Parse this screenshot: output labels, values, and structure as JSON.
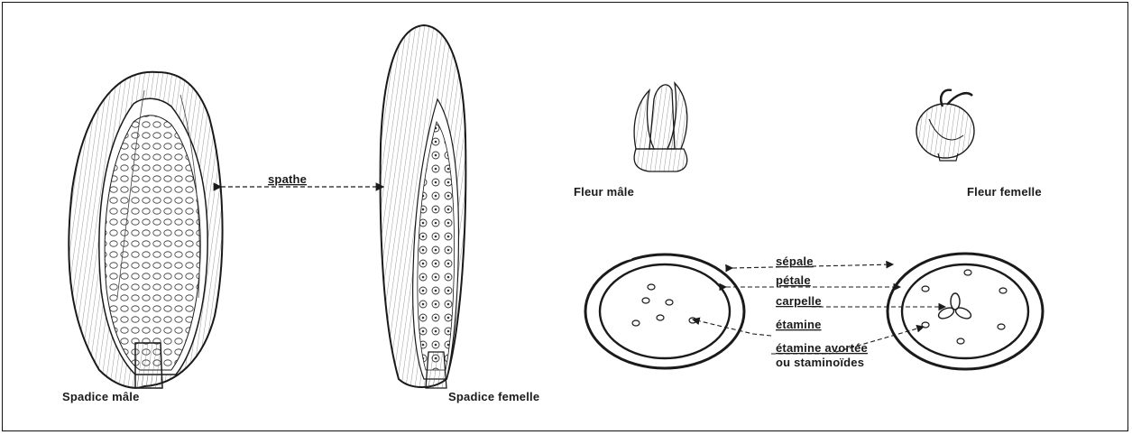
{
  "labels": {
    "spadice_male": "Spadice mâle",
    "spadice_femelle": "Spadice femelle",
    "spathe": "spathe",
    "fleur_male": "Fleur mâle",
    "fleur_femelle": "Fleur femelle",
    "sepale": "sépale",
    "petale": "pétale",
    "carpelle": "carpelle",
    "etamine": "étamine",
    "etamine_avortee_line1": "étamine avortée",
    "etamine_avortee_line2": "ou staminoïdes"
  },
  "colors": {
    "ink": "#1a1a1a",
    "paper": "#ffffff"
  }
}
